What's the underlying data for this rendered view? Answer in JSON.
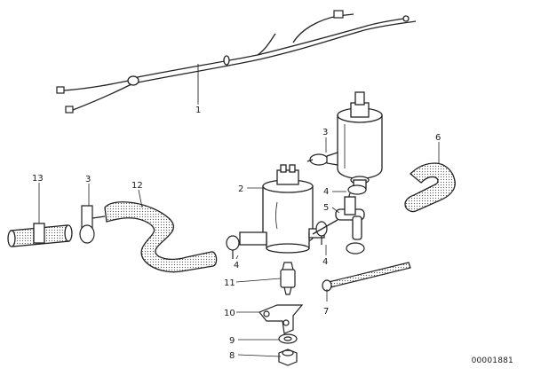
{
  "diagram": {
    "part_code": "00001881",
    "callouts": [
      {
        "id": "c1",
        "text": "1"
      },
      {
        "id": "c2",
        "text": "2"
      },
      {
        "id": "c3a",
        "text": "3"
      },
      {
        "id": "c3b",
        "text": "3"
      },
      {
        "id": "c4a",
        "text": "4"
      },
      {
        "id": "c4b",
        "text": "4"
      },
      {
        "id": "c4c",
        "text": "4"
      },
      {
        "id": "c5",
        "text": "5"
      },
      {
        "id": "c6",
        "text": "6"
      },
      {
        "id": "c7",
        "text": "7"
      },
      {
        "id": "c8",
        "text": "8"
      },
      {
        "id": "c9",
        "text": "9"
      },
      {
        "id": "c10",
        "text": "10"
      },
      {
        "id": "c11",
        "text": "11"
      },
      {
        "id": "c12",
        "text": "12"
      },
      {
        "id": "c13",
        "text": "13"
      }
    ]
  }
}
